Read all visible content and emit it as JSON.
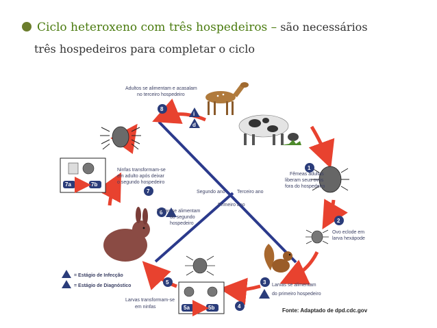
{
  "heading": {
    "title": "Ciclo heteroxeno com três hospedeiros –",
    "rest": "são necessários",
    "line2": "três hospedeiros para completar o ciclo"
  },
  "diagram": {
    "labels": {
      "adultos": [
        "Adultos se alimentam e acasalam",
        "no terceiro hospedeiro"
      ],
      "femeas": [
        "Fêmeas adultas",
        "liberam seus ovos",
        "fora do hospedeiro"
      ],
      "ovo": [
        "Ovo eclode em",
        "larva hexápode"
      ],
      "larvas_alimentam": [
        "Larvas se alimentam",
        "do primeiro hospedeiro"
      ],
      "larvas_transformam": [
        "Larvas transformam-se",
        "em ninfas"
      ],
      "ninfas_alimentam": [
        "Ninfas se alimentam",
        "do segundo",
        "hospedeiro"
      ],
      "ninfas_transformam": [
        "Ninfas transformam-se",
        "em adulto após deixar",
        "o segundo hospedeiro"
      ],
      "segundo_ano": "Segundo ano",
      "terceiro_ano": "Terceiro ano",
      "primeiro_ano": "Primeiro ano"
    },
    "numbers": {
      "n1": "1",
      "n2": "2",
      "n3": "3",
      "n4": "4",
      "n5": "5",
      "n6": "6",
      "n7": "7",
      "n8": "8",
      "n7a": "7a",
      "n7b": "7b",
      "n5a": "5a",
      "n5b": "5b",
      "i": "i",
      "d": "d"
    },
    "legend": {
      "infeccao": "= Estágio de Infecção",
      "diagnostico": "= Estágio de Diagnóstico"
    },
    "source": "Fonte: Adaptado de dpd.cdc.gov"
  },
  "colors": {
    "title_green": "#4a7b0f",
    "arrow_red": "#e8422f",
    "line_blue": "#2b3a8c",
    "badge": "#2a3c7a"
  }
}
